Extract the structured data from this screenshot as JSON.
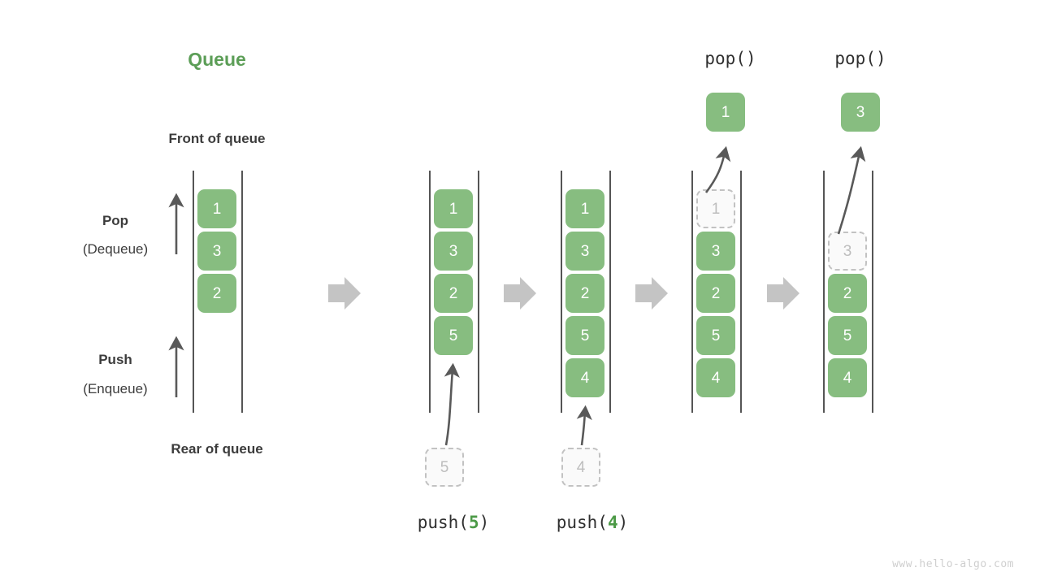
{
  "diagram": {
    "title": "Queue",
    "watermark": "www.hello-algo.com",
    "labels": {
      "front_of_queue": "Front of queue",
      "rear_of_queue": "Rear of queue",
      "pop": "Pop",
      "pop_sub": "(Dequeue)",
      "push": "Push",
      "push_sub": "(Enqueue)"
    },
    "colors": {
      "element": "#87bd80",
      "element_text": "#ffffff",
      "ghost_fill": "#fafafa",
      "ghost_border": "#c2c2c2",
      "ghost_text": "#bdbdbd",
      "rail": "#555555",
      "arrow": "#595959",
      "step_arrow": "#c4c4c4",
      "accent": "#5c9e57",
      "text": "#3c3c3c",
      "watermark": "#cfcfcf"
    },
    "steps": [
      {
        "id": "initial",
        "caption": "",
        "caption_op": "",
        "caption_arg": "",
        "cells": [
          {
            "value": "1",
            "state": "filled"
          },
          {
            "value": "3",
            "state": "filled"
          },
          {
            "value": "2",
            "state": "filled"
          }
        ],
        "incoming": null,
        "popped": null
      },
      {
        "id": "push-5",
        "caption": "push(5)",
        "caption_op": "push(",
        "caption_arg": "5",
        "cells": [
          {
            "value": "1",
            "state": "filled"
          },
          {
            "value": "3",
            "state": "filled"
          },
          {
            "value": "2",
            "state": "filled"
          },
          {
            "value": "5",
            "state": "filled"
          }
        ],
        "incoming": {
          "value": "5",
          "state": "ghost"
        },
        "popped": null
      },
      {
        "id": "push-4",
        "caption": "push(4)",
        "caption_op": "push(",
        "caption_arg": "4",
        "cells": [
          {
            "value": "1",
            "state": "filled"
          },
          {
            "value": "3",
            "state": "filled"
          },
          {
            "value": "2",
            "state": "filled"
          },
          {
            "value": "5",
            "state": "filled"
          },
          {
            "value": "4",
            "state": "filled"
          }
        ],
        "incoming": {
          "value": "4",
          "state": "ghost"
        },
        "popped": null
      },
      {
        "id": "pop-1",
        "caption": "pop()",
        "caption_op": "pop()",
        "caption_arg": "",
        "cells": [
          {
            "value": "1",
            "state": "ghost"
          },
          {
            "value": "3",
            "state": "filled"
          },
          {
            "value": "2",
            "state": "filled"
          },
          {
            "value": "5",
            "state": "filled"
          },
          {
            "value": "4",
            "state": "filled"
          }
        ],
        "incoming": null,
        "popped": {
          "value": "1",
          "state": "filled"
        }
      },
      {
        "id": "pop-3",
        "caption": "pop()",
        "caption_op": "pop()",
        "caption_arg": "",
        "cells": [
          {
            "value": "",
            "state": "empty"
          },
          {
            "value": "3",
            "state": "ghost"
          },
          {
            "value": "2",
            "state": "filled"
          },
          {
            "value": "5",
            "state": "filled"
          },
          {
            "value": "4",
            "state": "filled"
          }
        ],
        "incoming": null,
        "popped": {
          "value": "3",
          "state": "filled"
        }
      }
    ]
  }
}
